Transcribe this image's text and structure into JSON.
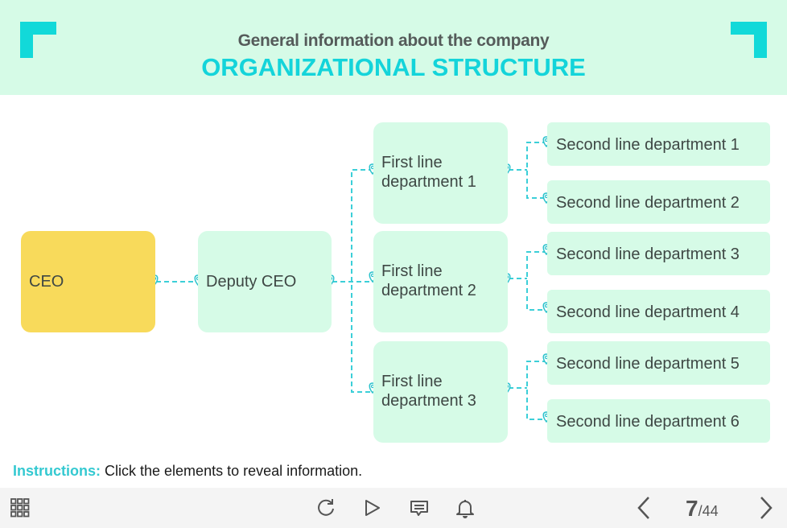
{
  "header": {
    "subtitle": "General information about the company",
    "title": "ORGANIZATIONAL STRUCTURE"
  },
  "colors": {
    "accent": "#14d4da",
    "header_bg": "#d6fbe7",
    "node_bg": "#d6fbe7",
    "ceo_bg": "#f8da5b",
    "connector": "#3ccfd8"
  },
  "chart": {
    "ceo": "CEO",
    "deputy": "Deputy CEO",
    "first_line": [
      "First line department 1",
      "First line department 2",
      "First line department 3"
    ],
    "first_line_lines": [
      [
        "First line",
        "department 1"
      ],
      [
        "First line",
        "department 2"
      ],
      [
        "First line",
        "department 3"
      ]
    ],
    "second_line": [
      "Second line department 1",
      "Second line department 2",
      "Second line department 3",
      "Second line department 4",
      "Second line department 5",
      "Second line department 6"
    ]
  },
  "instructions": {
    "label": "Instructions:",
    "text": " Click the elements to reveal information."
  },
  "footer": {
    "icons": [
      "menu-grid-icon",
      "replay-icon",
      "play-icon",
      "comment-icon",
      "bell-icon",
      "prev-icon",
      "next-icon"
    ],
    "page_current": "7",
    "page_total": "/44"
  }
}
